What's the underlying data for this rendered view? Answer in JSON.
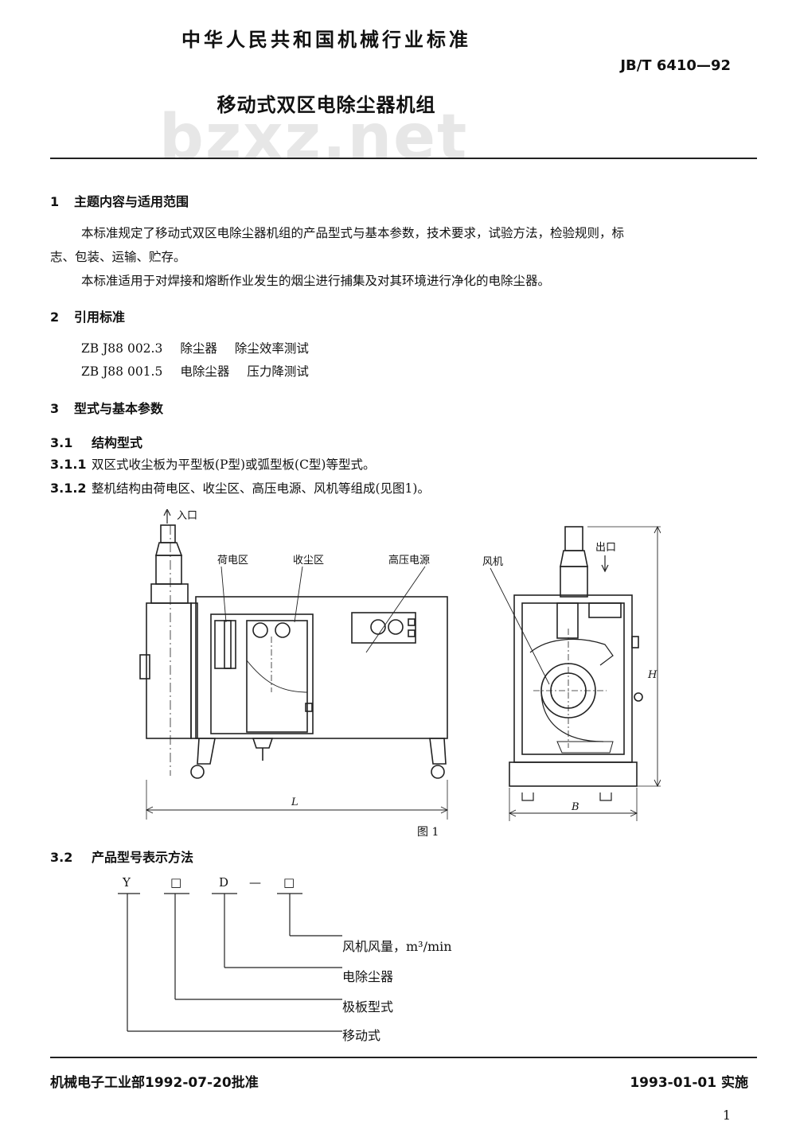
{
  "header": {
    "organization": "中华人民共和国机械行业标准",
    "standard_number": "JB/T 6410—92",
    "title": "移动式双区电除尘器机组",
    "watermark": "bzxz.net"
  },
  "sections": {
    "s1": {
      "number": "1",
      "title": "主题内容与适用范围",
      "para1_line1": "本标准规定了移动式双区电除尘器机组的产品型式与基本参数，技术要求，试验方法，检验规则，标",
      "para1_line2": "志、包装、运输、贮存。",
      "para2": "本标准适用于对焊接和熔断作业发生的烟尘进行捕集及对其环境进行净化的电除尘器。"
    },
    "s2": {
      "number": "2",
      "title": "引用标准",
      "refs": [
        {
          "code": "ZB J88 002.3",
          "name": "除尘器",
          "desc": "除尘效率测试"
        },
        {
          "code": "ZB J88 001.5",
          "name": "电除尘器",
          "desc": "压力降测试"
        }
      ]
    },
    "s3": {
      "number": "3",
      "title": "型式与基本参数",
      "s31_number": "3.1",
      "s31_title": "结构型式",
      "s311_number": "3.1.1",
      "s311_text": "双区式收尘板为平型板(P型)或弧型板(C型)等型式。",
      "s312_number": "3.1.2",
      "s312_text": "整机结构由荷电区、收尘区、高压电源、风机等组成(见图1)。",
      "s32_number": "3.2",
      "s32_title": "产品型号表示方法"
    }
  },
  "figure": {
    "caption": "图 1",
    "labels": {
      "inlet": "入口",
      "charging_zone": "荷电区",
      "collecting_zone": "收尘区",
      "hv_supply": "高压电源",
      "fan": "风机",
      "outlet": "出口",
      "length": "L",
      "width": "B",
      "height": "H"
    }
  },
  "model_code": {
    "chars": [
      "Y",
      "□",
      "D",
      "—",
      "□"
    ],
    "labels": [
      "风机风量，m³/min",
      "电除尘器",
      "极板型式",
      "移动式"
    ]
  },
  "footer": {
    "approval": "机械电子工业部1992-07-20批准",
    "implementation": "1993-01-01 实施",
    "page": "1"
  }
}
